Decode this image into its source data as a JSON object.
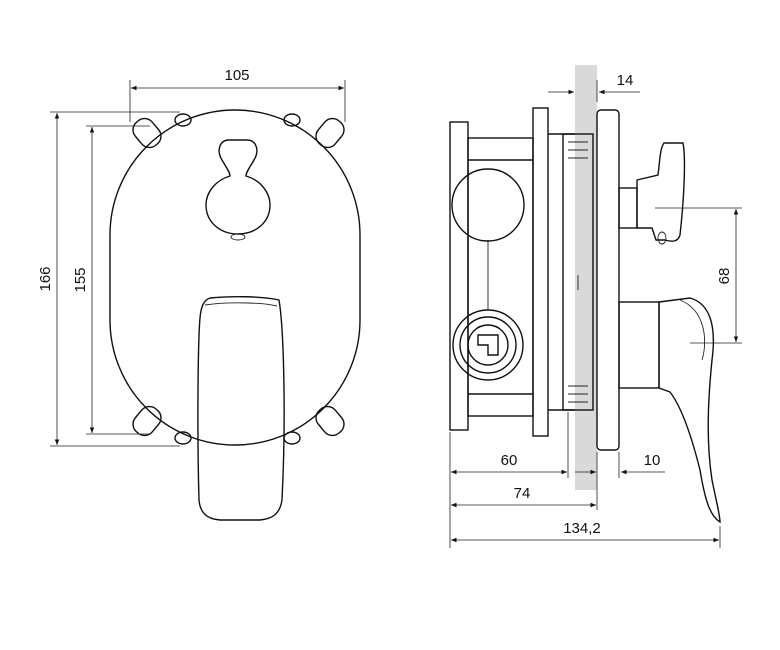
{
  "drawing": {
    "front_view": {
      "dimensions": {
        "width": "105",
        "overall_height": "166",
        "inner_height": "155"
      }
    },
    "side_view": {
      "dimensions": {
        "wall_offset": "14",
        "handle_spacing": "68",
        "body_depth": "60",
        "cover_thickness": "10",
        "box_depth": "74",
        "total_depth": "134,2"
      }
    },
    "colors": {
      "line": "#111111",
      "wall": "#d9d9d9",
      "background": "#ffffff"
    }
  }
}
